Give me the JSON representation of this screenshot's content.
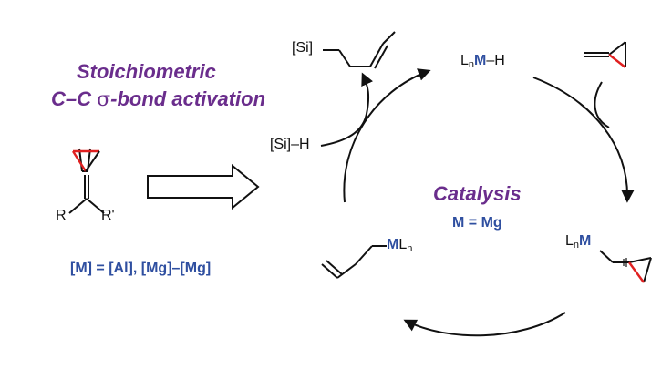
{
  "left": {
    "heading_line1": "Stoichiometric",
    "heading_line2_prefix": "C–C ",
    "heading_sigma": "σ",
    "heading_line2_suffix": "-bond activation",
    "substituent_r": "R",
    "substituent_r_prime": "R'",
    "reagents": "[M] = [Al], [Mg]–[Mg]"
  },
  "cycle": {
    "title": "Catalysis",
    "metal_def": "M = Mg",
    "top_species": {
      "l": "L",
      "n": "n",
      "m": "M",
      "h": "–H"
    },
    "right_species": {
      "l": "L",
      "n": "n",
      "m": "M"
    },
    "left_species": {
      "m": "M",
      "l": "L",
      "n": "n"
    },
    "silane": "[Si]–H",
    "product_si": "[Si]"
  },
  "colors": {
    "heading": "#6a2d8c",
    "metal": "#2f4fa0",
    "ring_bond": "#e02020"
  }
}
